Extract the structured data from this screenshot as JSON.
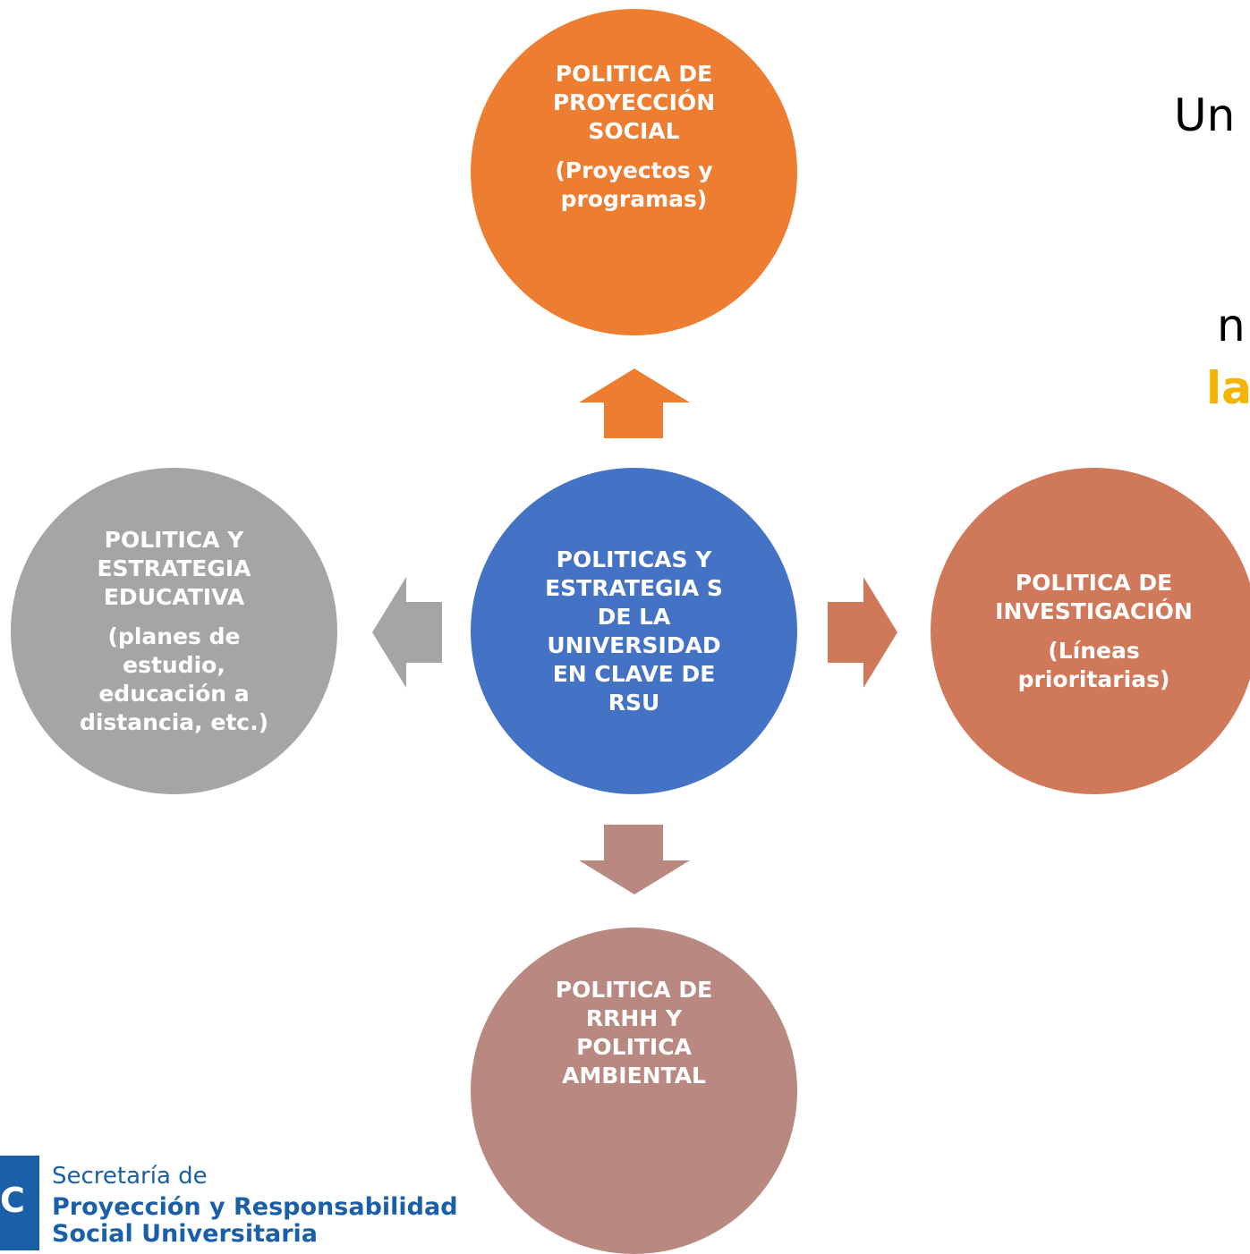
{
  "diagram": {
    "center": {
      "title": "POLITICAS Y\nESTRATEGIA S\nDE LA\nUNIVERSIDAD\nEN CLAVE DE\nRSU",
      "color": "#4472C4"
    },
    "top": {
      "title": "POLITICA DE\nPROYECCIÓN\nSOCIAL",
      "subtitle": "(Proyectos y\nprogramas)",
      "color": "#ED7D31"
    },
    "left": {
      "title": "POLITICA Y\nESTRATEGIA\nEDUCATIVA",
      "subtitle": "(planes de\nestudio,\neducación a\ndistancia, etc.)",
      "color": "#A5A5A5"
    },
    "right": {
      "title": "POLITICA DE\nINVESTIGACIÓN",
      "subtitle": "(Líneas\nprioritarias)",
      "color": "#D0785A"
    },
    "bottom": {
      "title": "POLITICA DE\nRRHH Y\nPOLITICA\nAMBIENTAL",
      "color": "#B98981"
    }
  },
  "side_text": {
    "line1": "Un",
    "line2": "n",
    "line3": "la",
    "highlight_color": "#F4B400"
  },
  "logo": {
    "letter": "C",
    "line1": "Secretaría de",
    "line2": "Proyección y Responsabilidad",
    "line3": "Social Universitaria",
    "color": "#1b5fa8"
  }
}
